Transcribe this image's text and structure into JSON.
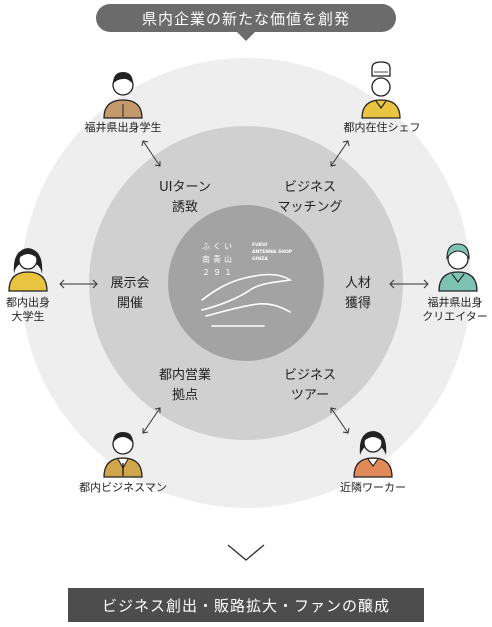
{
  "header": {
    "title": "県内企業の新たな価値を創発"
  },
  "center_logo": {
    "jp_line1": "ふくい",
    "jp_line2": "南青山",
    "jp_line3": "２９１",
    "en_line1": "FUKUI",
    "en_line2": "ANTENNA SHOP",
    "en_line3": "GINZA"
  },
  "ring_items": {
    "ui_turn": {
      "line1": "UIターン",
      "line2": "誘致"
    },
    "business_matching": {
      "line1": "ビジネス",
      "line2": "マッチング"
    },
    "exhibition": {
      "line1": "展示会",
      "line2": "開催"
    },
    "talent": {
      "line1": "人材",
      "line2": "獲得"
    },
    "tokyo_base": {
      "line1": "都内営業",
      "line2": "拠点"
    },
    "business_tour": {
      "line1": "ビジネス",
      "line2": "ツアー"
    }
  },
  "people": {
    "fukui_student": {
      "label": "福井県出身学生"
    },
    "tokyo_chef": {
      "label": "都内在住シェフ"
    },
    "tokyo_univ": {
      "line1": "都内出身",
      "line2": "大学生"
    },
    "fukui_creator": {
      "line1": "福井県出身",
      "line2": "クリエイター"
    },
    "tokyo_business": {
      "label": "都内ビジネスマン"
    },
    "nearby_worker": {
      "label": "近隣ワーカー"
    }
  },
  "footer": {
    "title": "ビジネス創出・販路拡大・ファンの醸成"
  },
  "colors": {
    "outer_ring": "#eeeeee",
    "middle_ring": "#d0d0d0",
    "inner_circle": "#a3a3a3",
    "banner_top": "#6b6b6b",
    "banner_bottom": "#4d4d4d",
    "accent_yellow": "#e8c440",
    "accent_brown": "#c49a6c",
    "accent_teal": "#7ec2b4",
    "accent_orange": "#e08a5a",
    "accent_mustard": "#cfa64e"
  }
}
